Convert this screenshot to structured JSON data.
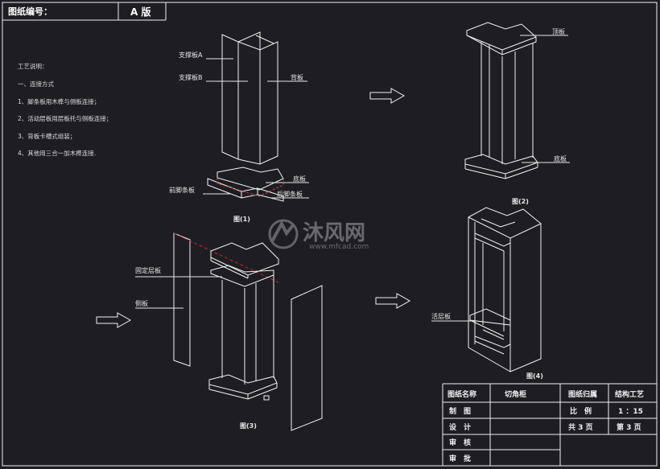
{
  "header": {
    "label": "图纸编号：",
    "value": "A 版"
  },
  "notes": {
    "title": "工艺说明：",
    "lines": [
      "一、连接方式",
      "1、脚条板用木榫与侧板连接；",
      "2、活动层板用层板托与侧板连接；",
      "3、背板卡槽式组装；",
      "4、其他用三合一加木榫连接."
    ]
  },
  "fig1": {
    "caption": "图(1)",
    "support_a": "支撑板A",
    "support_b": "支撑板B",
    "back": "背板",
    "bottom": "底板",
    "front_kick": "前脚条板",
    "rear_kick": "后脚条板"
  },
  "fig2": {
    "caption": "图(2)",
    "top": "顶板",
    "bottom": "底板"
  },
  "fig3": {
    "caption": "图(3)",
    "fixed_shelf": "固定层板",
    "side": "侧板"
  },
  "fig4": {
    "caption": "图(4)",
    "movable_shelf": "活层板"
  },
  "watermark": {
    "brand": "沐风网",
    "url": "www.mfcad.com"
  },
  "title_block": {
    "r1": [
      "图纸名称",
      "切角柜",
      "图纸归属",
      "结构工艺"
    ],
    "r2": [
      "制　图",
      "",
      "比　例",
      "1 ：15"
    ],
    "r3": [
      "设　计",
      "",
      "共 3 页",
      "第 3 页"
    ],
    "r4": [
      "审　核",
      ""
    ],
    "r5": [
      "审　批",
      ""
    ]
  }
}
